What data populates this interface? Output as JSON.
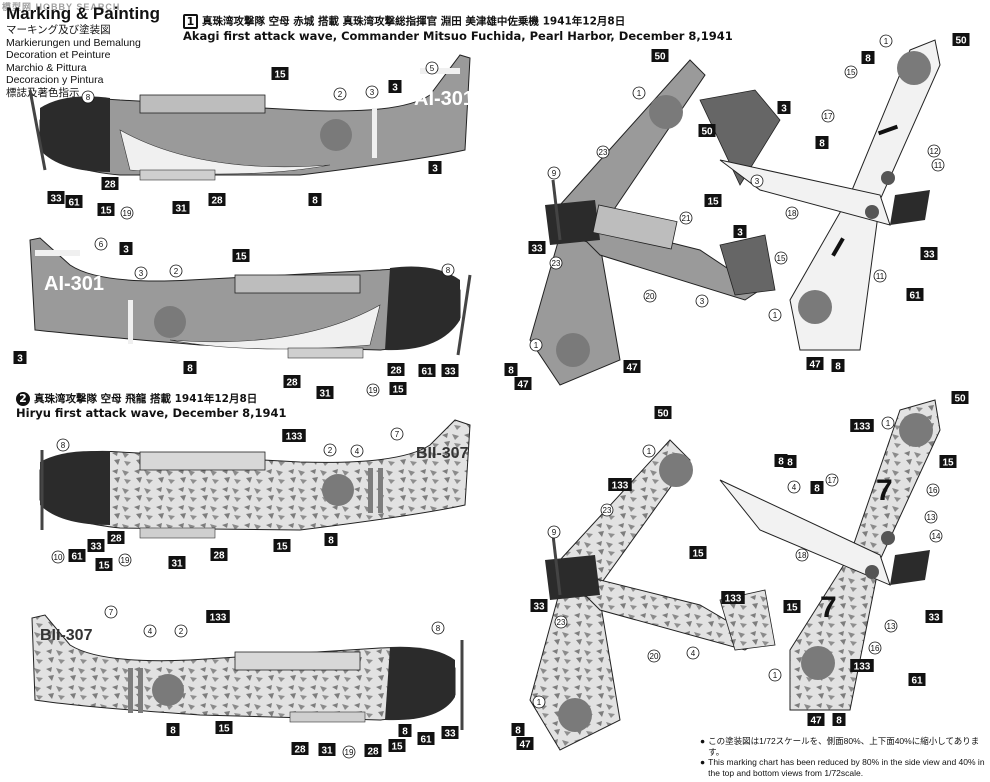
{
  "watermark": "模型网 HOBBY SEARCH",
  "legend": {
    "title": "Marking & Painting",
    "lines": [
      "マーキング及び塗装図",
      "Markierungen und Bemalung",
      "Decoration et Peinture",
      "Marchio & Pittura",
      "Decoracion y Pintura",
      "標誌及著色指示"
    ]
  },
  "schemes": [
    {
      "number": "1",
      "jp": "真珠湾攻撃隊 空母 赤城 搭載 真珠湾攻撃総指揮官 淵田 美津雄中佐乗機 1941年12月8日",
      "en": "Akagi first attack wave, Commander Mitsuo Fuchida, Pearl Harbor, December 8,1941",
      "tail_code": "AI-301"
    },
    {
      "number": "2",
      "jp": "真珠湾攻撃隊 空母 飛龍 搭載 1941年12月8日",
      "en": "Hiryu first attack wave, December 8,1941",
      "tail_code": "BII-307"
    }
  ],
  "hinomaru_tail_text": "7",
  "footnote": {
    "jp": "この塗装図は1/72スケールを、側面80%、上下面40%に縮小してあります。",
    "en": "This marking chart has been reduced by 80% in the side view and 40% in the top and bottom views from 1/72scale."
  },
  "colors": {
    "hinomaru": "#7a7a7a",
    "airframe_gray": "#9a9a9a",
    "airframe_dark": "#2b2b2b",
    "underside_light": "#f2f2f2",
    "camo_base": "#d8d8d8",
    "camo_dark": "#7d7d7d"
  },
  "callouts": {
    "side1": [
      {
        "label": "8",
        "kind": "circle"
      },
      {
        "label": "15",
        "kind": "box"
      },
      {
        "label": "2",
        "kind": "circle"
      },
      {
        "label": "3",
        "kind": "circle"
      },
      {
        "label": "5",
        "kind": "circle"
      },
      {
        "label": "3",
        "kind": "box"
      },
      {
        "label": "33",
        "kind": "box"
      },
      {
        "label": "61",
        "kind": "box"
      },
      {
        "label": "28",
        "kind": "box"
      },
      {
        "label": "15",
        "kind": "box"
      },
      {
        "label": "19",
        "kind": "circle"
      },
      {
        "label": "31",
        "kind": "box"
      },
      {
        "label": "28",
        "kind": "box"
      },
      {
        "label": "8",
        "kind": "box"
      },
      {
        "label": "3",
        "kind": "box"
      }
    ],
    "side2": [
      {
        "label": "6",
        "kind": "circle"
      },
      {
        "label": "3",
        "kind": "box"
      },
      {
        "label": "15",
        "kind": "box"
      },
      {
        "label": "3",
        "kind": "circle"
      },
      {
        "label": "2",
        "kind": "circle"
      },
      {
        "label": "8",
        "kind": "circle"
      },
      {
        "label": "3",
        "kind": "box"
      },
      {
        "label": "8",
        "kind": "box"
      },
      {
        "label": "28",
        "kind": "box"
      },
      {
        "label": "31",
        "kind": "box"
      },
      {
        "label": "19",
        "kind": "circle"
      },
      {
        "label": "15",
        "kind": "box"
      },
      {
        "label": "28",
        "kind": "box"
      },
      {
        "label": "61",
        "kind": "box"
      },
      {
        "label": "33",
        "kind": "box"
      }
    ],
    "side3": [
      {
        "label": "8",
        "kind": "circle"
      },
      {
        "label": "133",
        "kind": "box"
      },
      {
        "label": "2",
        "kind": "circle"
      },
      {
        "label": "4",
        "kind": "circle"
      },
      {
        "label": "7",
        "kind": "circle"
      },
      {
        "label": "10",
        "kind": "circle"
      },
      {
        "label": "61",
        "kind": "box"
      },
      {
        "label": "33",
        "kind": "box"
      },
      {
        "label": "28",
        "kind": "box"
      },
      {
        "label": "15",
        "kind": "box"
      },
      {
        "label": "19",
        "kind": "circle"
      },
      {
        "label": "31",
        "kind": "box"
      },
      {
        "label": "28",
        "kind": "box"
      },
      {
        "label": "15",
        "kind": "box"
      },
      {
        "label": "8",
        "kind": "box"
      }
    ],
    "side4": [
      {
        "label": "7",
        "kind": "circle"
      },
      {
        "label": "133",
        "kind": "box"
      },
      {
        "label": "4",
        "kind": "circle"
      },
      {
        "label": "2",
        "kind": "circle"
      },
      {
        "label": "8",
        "kind": "circle"
      },
      {
        "label": "8",
        "kind": "box"
      },
      {
        "label": "15",
        "kind": "box"
      },
      {
        "label": "28",
        "kind": "box"
      },
      {
        "label": "31",
        "kind": "box"
      },
      {
        "label": "19",
        "kind": "circle"
      },
      {
        "label": "28",
        "kind": "box"
      },
      {
        "label": "15",
        "kind": "box"
      },
      {
        "label": "8",
        "kind": "box"
      },
      {
        "label": "61",
        "kind": "box"
      },
      {
        "label": "33",
        "kind": "box"
      }
    ],
    "top1": [
      {
        "label": "50",
        "kind": "box"
      },
      {
        "label": "1",
        "kind": "circle"
      },
      {
        "label": "50",
        "kind": "box"
      },
      {
        "label": "23",
        "kind": "circle"
      },
      {
        "label": "9",
        "kind": "circle"
      },
      {
        "label": "21",
        "kind": "circle"
      },
      {
        "label": "15",
        "kind": "box"
      },
      {
        "label": "3",
        "kind": "box"
      },
      {
        "label": "33",
        "kind": "box"
      },
      {
        "label": "23",
        "kind": "circle"
      },
      {
        "label": "20",
        "kind": "circle"
      },
      {
        "label": "3",
        "kind": "circle"
      },
      {
        "label": "1",
        "kind": "circle"
      },
      {
        "label": "47",
        "kind": "box"
      },
      {
        "label": "8",
        "kind": "box"
      },
      {
        "label": "47",
        "kind": "box"
      }
    ],
    "bottom1": [
      {
        "label": "1",
        "kind": "circle"
      },
      {
        "label": "50",
        "kind": "box"
      },
      {
        "label": "8",
        "kind": "box"
      },
      {
        "label": "15",
        "kind": "circle"
      },
      {
        "label": "3",
        "kind": "box"
      },
      {
        "label": "17",
        "kind": "circle"
      },
      {
        "label": "8",
        "kind": "box"
      },
      {
        "label": "12",
        "kind": "circle"
      },
      {
        "label": "11",
        "kind": "circle"
      },
      {
        "label": "3",
        "kind": "circle"
      },
      {
        "label": "18",
        "kind": "circle"
      },
      {
        "label": "33",
        "kind": "box"
      },
      {
        "label": "15",
        "kind": "circle"
      },
      {
        "label": "11",
        "kind": "circle"
      },
      {
        "label": "61",
        "kind": "box"
      },
      {
        "label": "1",
        "kind": "circle"
      },
      {
        "label": "47",
        "kind": "box"
      },
      {
        "label": "8",
        "kind": "box"
      }
    ],
    "top2": [
      {
        "label": "50",
        "kind": "box"
      },
      {
        "label": "1",
        "kind": "circle"
      },
      {
        "label": "133",
        "kind": "box"
      },
      {
        "label": "8",
        "kind": "box"
      },
      {
        "label": "9",
        "kind": "circle"
      },
      {
        "label": "23",
        "kind": "circle"
      },
      {
        "label": "15",
        "kind": "box"
      },
      {
        "label": "33",
        "kind": "box"
      },
      {
        "label": "133",
        "kind": "box"
      },
      {
        "label": "23",
        "kind": "circle"
      },
      {
        "label": "20",
        "kind": "circle"
      },
      {
        "label": "4",
        "kind": "circle"
      },
      {
        "label": "1",
        "kind": "circle"
      },
      {
        "label": "8",
        "kind": "box"
      },
      {
        "label": "47",
        "kind": "box"
      }
    ],
    "bottom2": [
      {
        "label": "1",
        "kind": "circle"
      },
      {
        "label": "50",
        "kind": "box"
      },
      {
        "label": "133",
        "kind": "box"
      },
      {
        "label": "15",
        "kind": "box"
      },
      {
        "label": "8",
        "kind": "box"
      },
      {
        "label": "4",
        "kind": "circle"
      },
      {
        "label": "8",
        "kind": "box"
      },
      {
        "label": "17",
        "kind": "circle"
      },
      {
        "label": "16",
        "kind": "circle"
      },
      {
        "label": "13",
        "kind": "circle"
      },
      {
        "label": "14",
        "kind": "circle"
      },
      {
        "label": "18",
        "kind": "circle"
      },
      {
        "label": "15",
        "kind": "box"
      },
      {
        "label": "13",
        "kind": "circle"
      },
      {
        "label": "33",
        "kind": "box"
      },
      {
        "label": "16",
        "kind": "circle"
      },
      {
        "label": "133",
        "kind": "box"
      },
      {
        "label": "61",
        "kind": "box"
      },
      {
        "label": "1",
        "kind": "circle"
      },
      {
        "label": "47",
        "kind": "box"
      },
      {
        "label": "8",
        "kind": "box"
      }
    ]
  }
}
